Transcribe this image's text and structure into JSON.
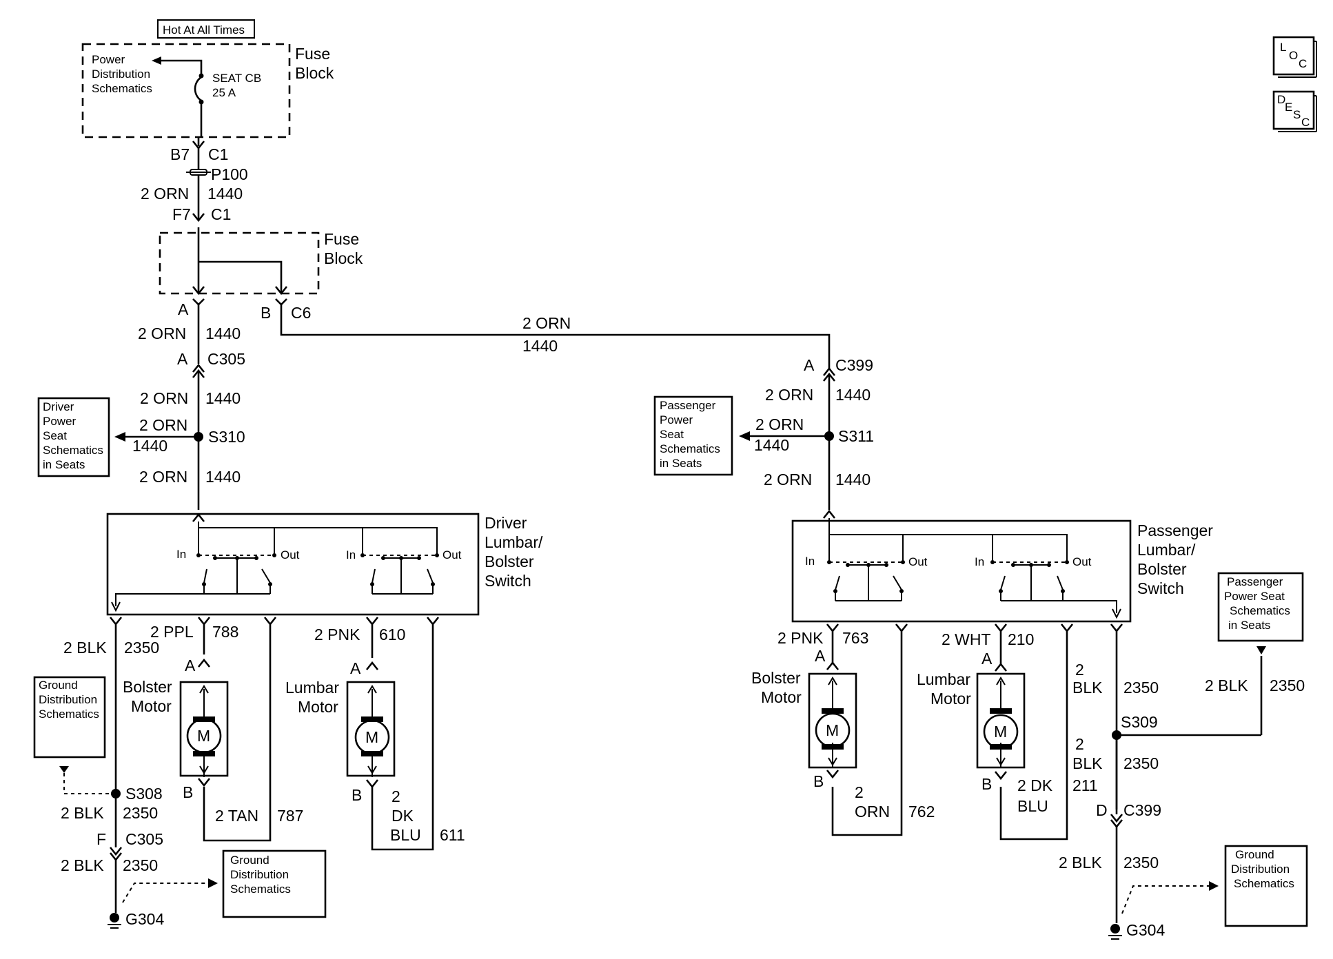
{
  "header": {
    "hot_label": "Hot At All Times",
    "loc_button": [
      "L",
      "O",
      "C"
    ],
    "desc_button": [
      "D",
      "E",
      "S",
      "C"
    ]
  },
  "fuse_block_top": {
    "label_line1": "Fuse",
    "label_line2": "Block",
    "pds_ref": [
      "Power",
      "Distribution",
      "Schematics"
    ],
    "breaker_line1": "SEAT CB",
    "breaker_line2": "25 A"
  },
  "feed": {
    "c1_top_pin": "B7",
    "c1_top_conn": "C1",
    "p100": "P100",
    "wire_gauge": "2 ORN",
    "wire_circuit": "1440",
    "c1_bot_pin": "F7",
    "c1_bot_conn": "C1"
  },
  "fuse_block_mid": {
    "label_line1": "Fuse",
    "label_line2": "Block",
    "pin_a": "A",
    "pin_b": "B",
    "conn_c6": "C6"
  },
  "driver": {
    "wire1_gauge": "2 ORN",
    "wire1_circuit": "1440",
    "c305_pin": "A",
    "c305": "C305",
    "wire2_gauge": "2 ORN",
    "wire2_circuit": "1440",
    "splice_s310": "S310",
    "branch_gauge": "2 ORN",
    "branch_circuit": "1440",
    "seat_ref": [
      "Driver",
      "Power",
      "Seat",
      "Schematics",
      "in Seats"
    ],
    "wire3_gauge": "2 ORN",
    "wire3_circuit": "1440",
    "switch_label": [
      "Driver",
      "Lumbar/",
      "Bolster",
      "Switch"
    ],
    "in1": "In",
    "out1": "Out",
    "in2": "In",
    "out2": "Out",
    "blk_gauge": "2 BLK",
    "blk_circuit": "2350",
    "ppl_gauge": "2 PPL",
    "ppl_circuit": "788",
    "pnk_gauge": "2 PNK",
    "pnk_circuit": "610",
    "bolster_motor": [
      "Bolster",
      "Motor"
    ],
    "lumbar_motor": [
      "Lumbar",
      "Motor"
    ],
    "motor_symbol": "M",
    "motor_pin_a": "A",
    "motor_pin_b": "B",
    "tan_gauge": "2 TAN",
    "tan_circuit": "787",
    "dkblu_gauge": [
      "2",
      "DK",
      "BLU"
    ],
    "dkblu_circuit": "611",
    "ground_ref": [
      "Ground",
      "Distribution",
      "Schematics"
    ],
    "splice_s308": "S308",
    "blk2_gauge": "2 BLK",
    "blk2_circuit": "2350",
    "c305b_pin": "F",
    "c305b": "C305",
    "blk3_gauge": "2 BLK",
    "blk3_circuit": "2350",
    "ground_ref2": [
      "Ground",
      "Distribution",
      "Schematics"
    ],
    "ground": "G304"
  },
  "cross_wire": {
    "gauge": "2 ORN",
    "circuit": "1440"
  },
  "passenger": {
    "c399_pin": "A",
    "c399": "C399",
    "wire1_gauge": "2 ORN",
    "wire1_circuit": "1440",
    "splice_s311": "S311",
    "branch_gauge": "2 ORN",
    "branch_circuit": "1440",
    "seat_ref": [
      "Passenger",
      "Power",
      "Seat",
      "Schematics",
      "in Seats"
    ],
    "wire2_gauge": "2 ORN",
    "wire2_circuit": "1440",
    "switch_label": [
      "Passenger",
      "Lumbar/",
      "Bolster",
      "Switch"
    ],
    "in1": "In",
    "out1": "Out",
    "in2": "In",
    "out2": "Out",
    "pnk_gauge": "2 PNK",
    "pnk_circuit": "763",
    "wht_gauge": "2 WHT",
    "wht_circuit": "210",
    "bolster_motor": [
      "Bolster",
      "Motor"
    ],
    "lumbar_motor": [
      "Lumbar",
      "Motor"
    ],
    "motor_symbol": "M",
    "motor_pin_a": "A",
    "motor_pin_b": "B",
    "orn_gauge": [
      "2",
      "ORN"
    ],
    "orn_circuit": "762",
    "dkblu_gauge": [
      "2 DK",
      "BLU"
    ],
    "dkblu_circuit": "211",
    "blk_gauge": [
      "2",
      "BLK"
    ],
    "blk_circuit": "2350",
    "splice_s309": "S309",
    "blk2_gauge": [
      "2",
      "BLK"
    ],
    "blk2_circuit": "2350",
    "seat_ref2": [
      "Passenger",
      "Power Seat",
      "Schematics",
      "in Seats"
    ],
    "ref_blk_gauge": "2 BLK",
    "ref_blk_circuit": "2350",
    "c399b_pin": "D",
    "c399b": "C399",
    "blk3_gauge": "2 BLK",
    "blk3_circuit": "2350",
    "ground_ref": [
      "Ground",
      "Distribution",
      "Schematics"
    ],
    "ground": "G304"
  }
}
